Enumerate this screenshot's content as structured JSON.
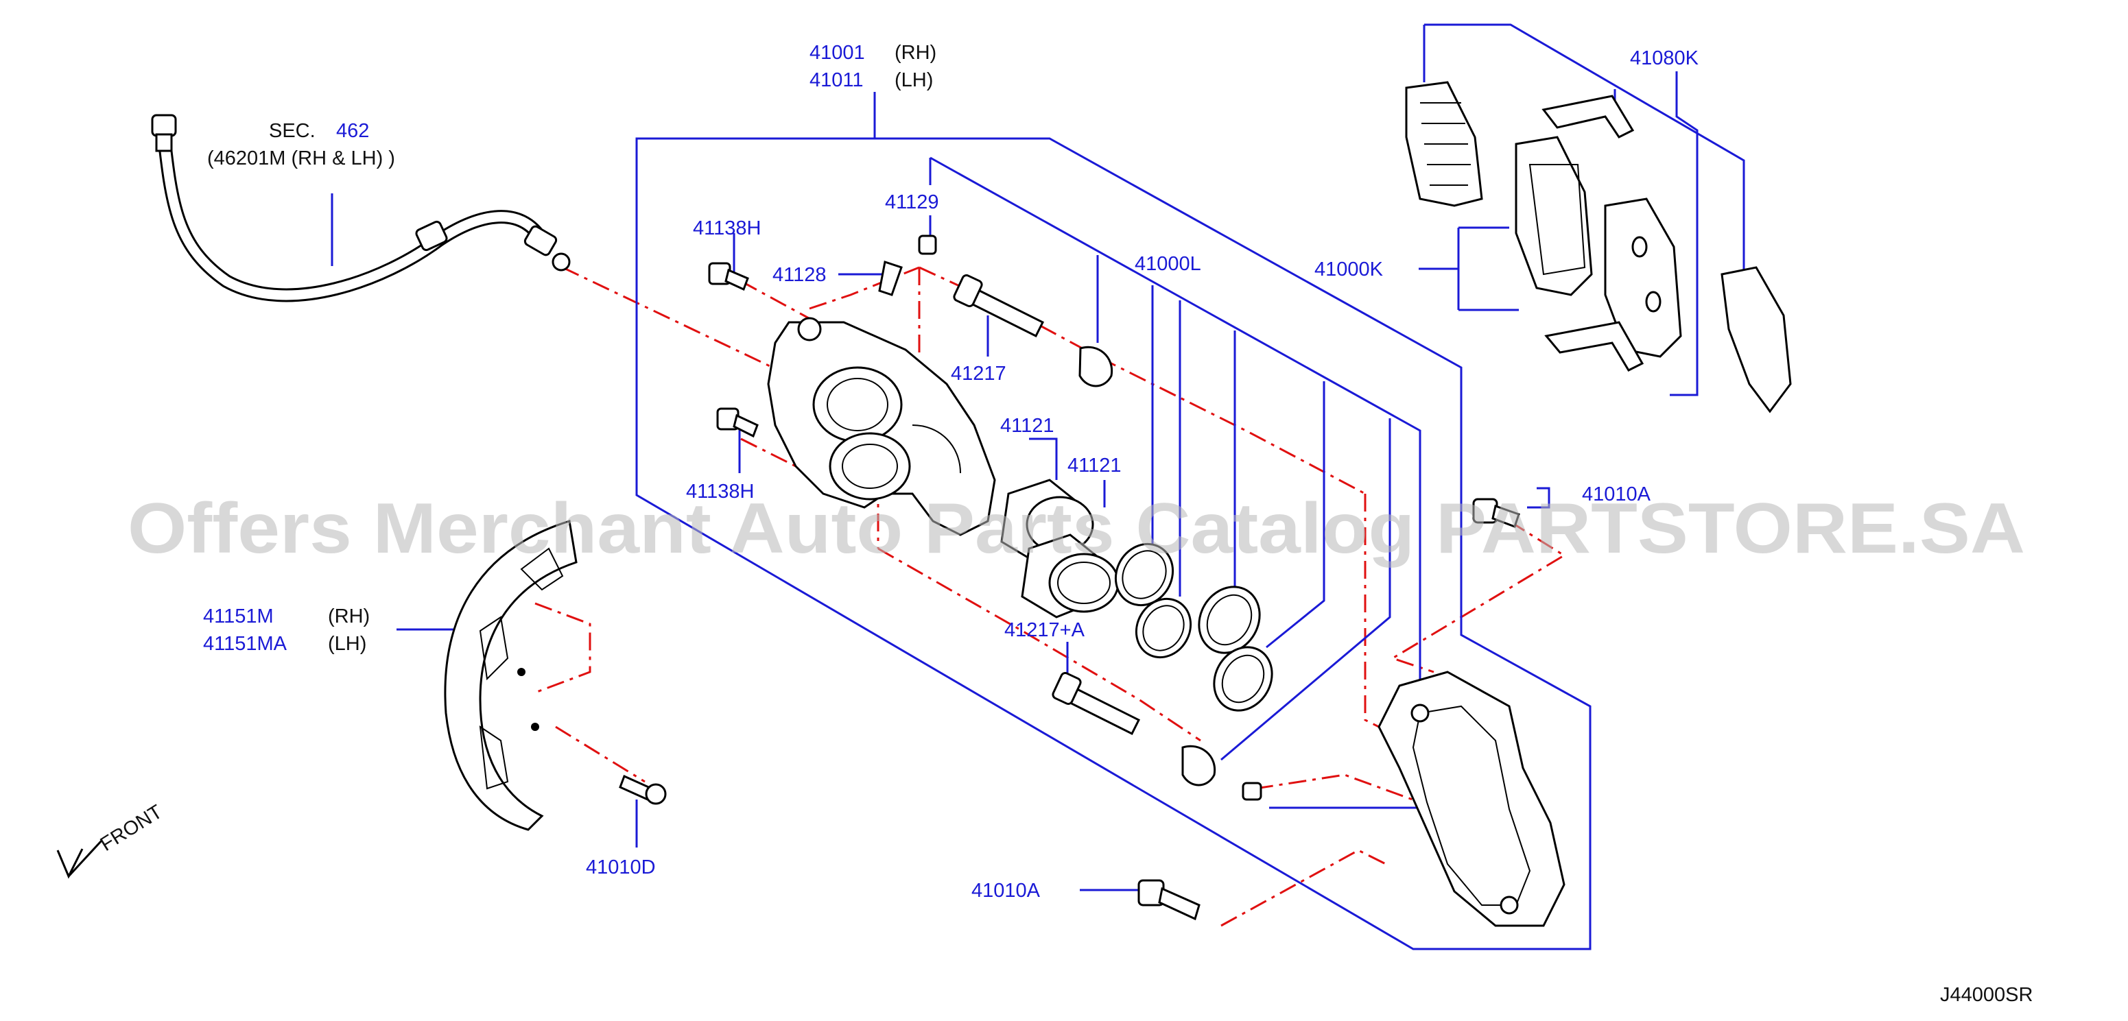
{
  "labels": {
    "caliper_rh": "41001",
    "caliper_lh": "41011",
    "rh": "(RH)",
    "lh": "(LH)",
    "sec": "SEC.",
    "sec_num": "462",
    "hose_note": "(46201M   (RH   &   LH)   )",
    "pad_kit_hw": "41080K",
    "pad_kit": "41000K",
    "bolt_41138h_top": "41138H",
    "bolt_41138h_bottom": "41138H",
    "cap_41129": "41129",
    "bleeder_41128": "41128",
    "pin_41217": "41217",
    "seal_kit_41000l": "41000L",
    "piston_41121_a": "41121",
    "piston_41121_b": "41121",
    "pin_41217a": "41217+A",
    "bolt_41010a_top": "41010A",
    "bolt_41010a_bottom": "41010A",
    "plate_rh": "41151M",
    "plate_lh": "41151MA",
    "bolt_41010d": "41010D",
    "front": "FRONT",
    "diagram_code": "J44000SR"
  },
  "watermark": "Offers Merchant Auto Parts Catalog PARTSTORE.SA",
  "colors": {
    "part_number": "#1a1ad6",
    "leader": "#1a1ad6",
    "centerline": "#e01010",
    "line_art": "#000000",
    "watermark": "#b8b8b8"
  }
}
